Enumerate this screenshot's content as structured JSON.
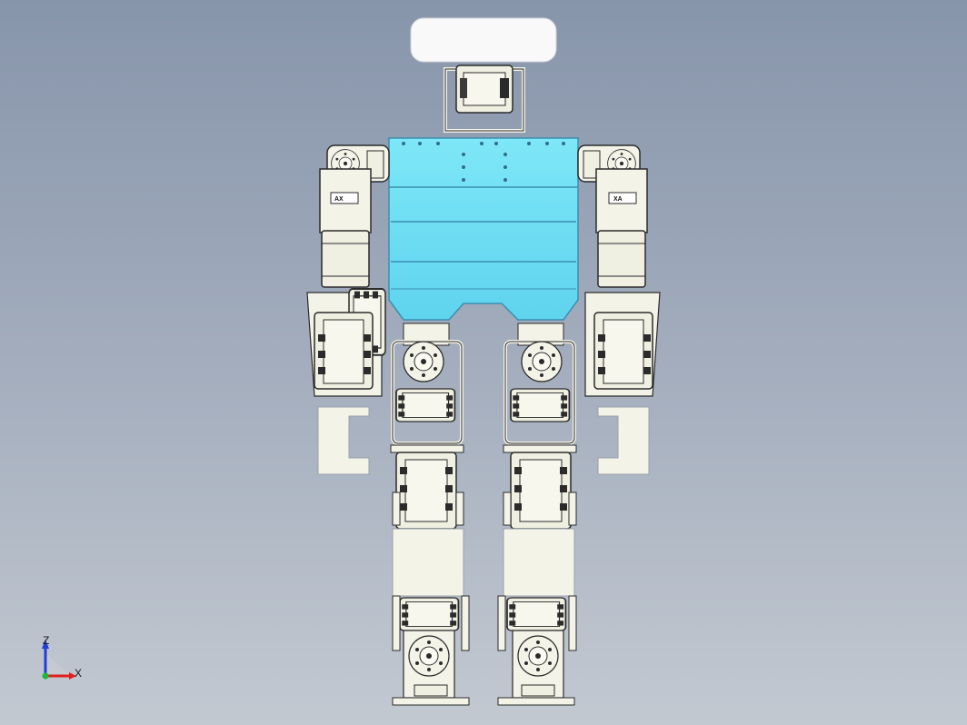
{
  "viewport": {
    "background_top": "#8795ab",
    "background_bottom": "#c3c9d1"
  },
  "model": {
    "body_color": "#6fe0f4",
    "part_color": "#f4f3e8",
    "servo_color": "#efefe2",
    "outline_color": "#2b2b2b",
    "shoulder_logo_left": "AX",
    "shoulder_logo_right": "XA"
  },
  "triad": {
    "z_label": "Z",
    "x_label": "X",
    "z_color": "#1f3fd6",
    "x_color": "#e02020",
    "origin_color": "#1db83a"
  }
}
